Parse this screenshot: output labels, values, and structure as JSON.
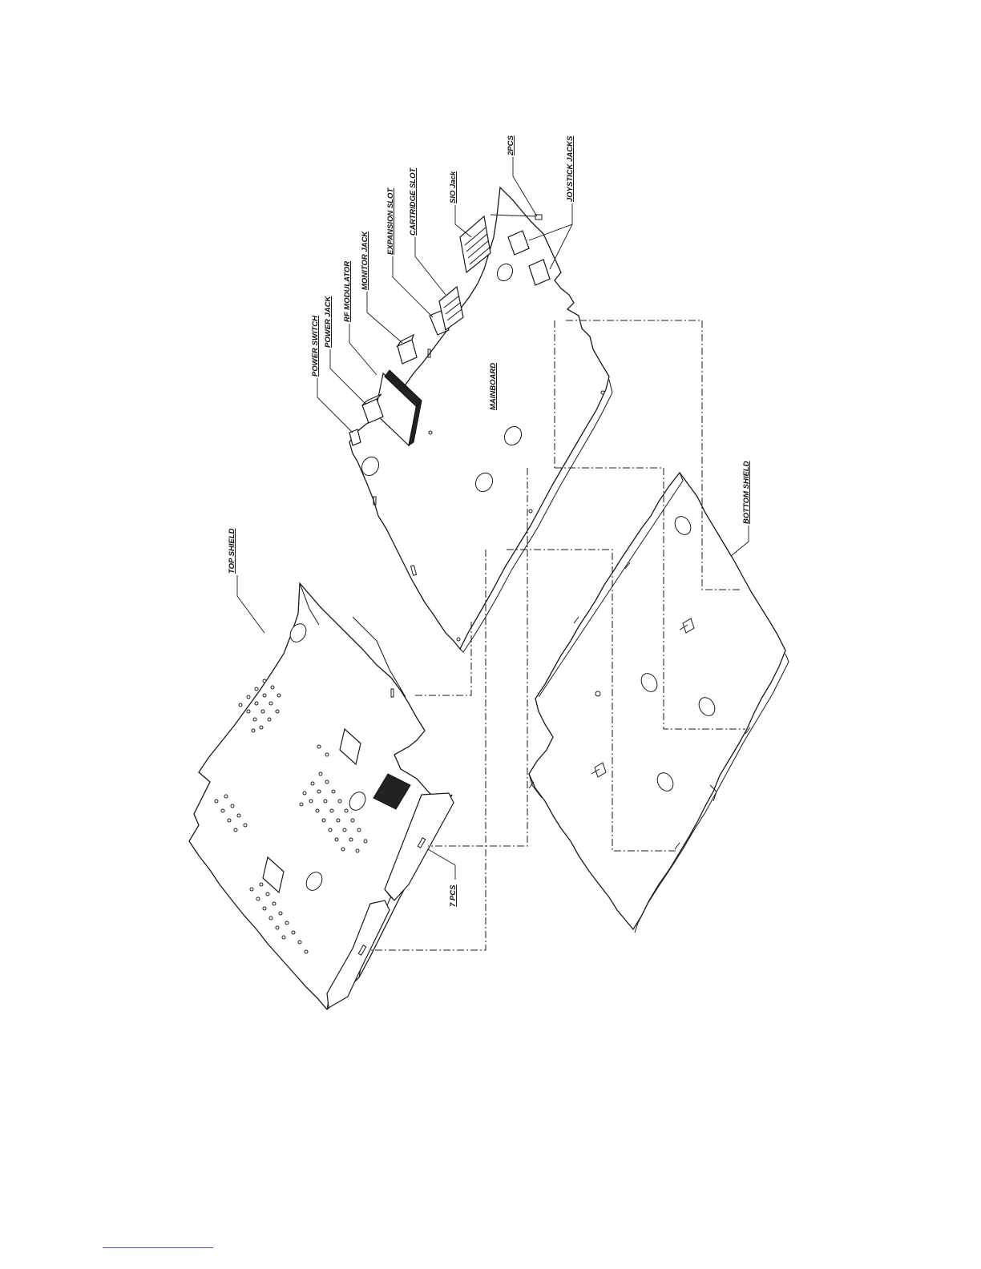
{
  "diagram": {
    "labels": {
      "top_shield": "TOP SHIELD",
      "seven_pcs": "7 PCS",
      "mainboard": "MAINBOARD",
      "bottom_shield": "BOTTOM SHIELD",
      "power_switch": "POWER SWITCH",
      "power_jack": "POWER JACK",
      "rf_modulator": "RF MODULATOR",
      "monitor_jack": "MONITOR JACK",
      "expansion_slot": "EXPANSION SLOT",
      "cartridge_slot": "CARTRIDGE SLOT",
      "sio_jack": "SIO Jack",
      "two_pcs": "2PCS",
      "joystick_jacks": "JOYSTICK JACKS"
    }
  },
  "colors": {
    "line": "#1a1a1a",
    "footer_rule": "#3a52c8"
  }
}
